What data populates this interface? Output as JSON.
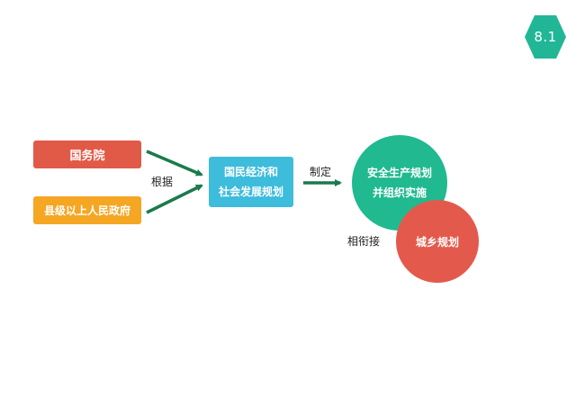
{
  "badge": {
    "label": "8.1",
    "color": "#21b796"
  },
  "nodes": {
    "guowuyuan": "国务院",
    "xianji": "县级以上人民政府",
    "plan_line1": "国民经济和",
    "plan_line2": "社会发展规划",
    "safety_line1": "安全生产规划",
    "safety_line2": "并组织实施",
    "urban": "城乡规划"
  },
  "labels": {
    "genju": "根据",
    "zhiding": "制定",
    "xiangxianjie": "相衔接"
  },
  "colors": {
    "red": "#e15a47",
    "orange": "#f5a623",
    "blue": "#3dbcdc",
    "green": "#20b990",
    "arrow": "#1b7a4b"
  }
}
